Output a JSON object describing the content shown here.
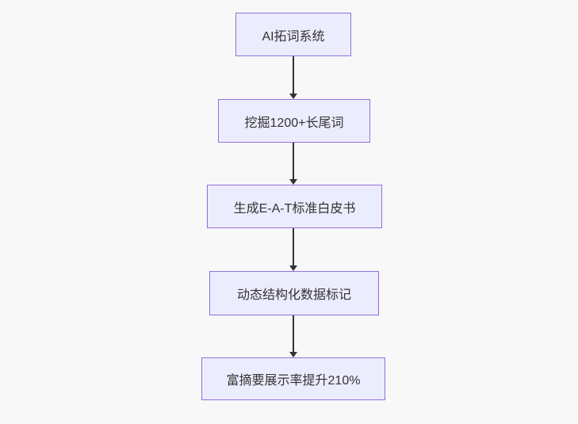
{
  "flowchart": {
    "type": "flowchart",
    "direction": "top-down",
    "nodes": [
      {
        "id": "A",
        "label": "AI拓词系统"
      },
      {
        "id": "B",
        "label": "挖掘1200+长尾词"
      },
      {
        "id": "C",
        "label": "生成E-A-T标准白皮书"
      },
      {
        "id": "D",
        "label": "动态结构化数据标记"
      },
      {
        "id": "E",
        "label": "富摘要展示率提升210%"
      }
    ],
    "edges": [
      {
        "from": "A",
        "to": "B",
        "label": ""
      },
      {
        "from": "B",
        "to": "C",
        "label": ""
      },
      {
        "from": "C",
        "to": "D",
        "label": ""
      },
      {
        "from": "D",
        "to": "E",
        "label": ""
      }
    ]
  },
  "colors": {
    "background": "#F8F8F8",
    "node_fill": "#ECECFF",
    "node_border": "#9370DB",
    "node_text": "#333333",
    "edge_line": "#333333"
  }
}
